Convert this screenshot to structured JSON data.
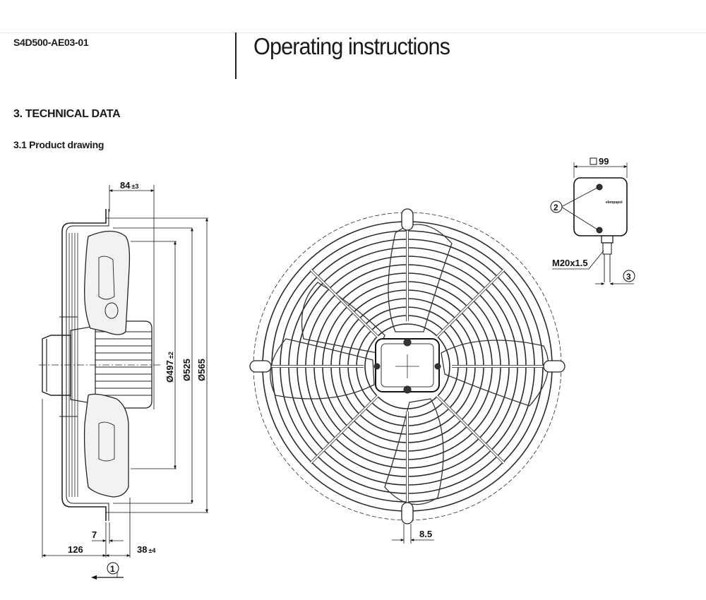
{
  "header": {
    "model": "S4D500-AE03-01",
    "title": "Operating instructions"
  },
  "section": {
    "heading": "3. TECHNICAL DATA",
    "subheading": "3.1 Product drawing"
  },
  "drawing": {
    "dims": {
      "d84": "84",
      "d84_tol": "±3",
      "d497": "Ø497",
      "d497_tol": "±2",
      "d525": "Ø525",
      "d565": "Ø565",
      "d7": "7",
      "d126": "126",
      "d38": "38",
      "d38_tol": "±4",
      "d8_5": "8.5",
      "d99": "99",
      "m20": "M20x1.5"
    },
    "callouts": {
      "c1": "1",
      "c2": "2",
      "c3": "3"
    },
    "brand": "ebmpapst"
  }
}
